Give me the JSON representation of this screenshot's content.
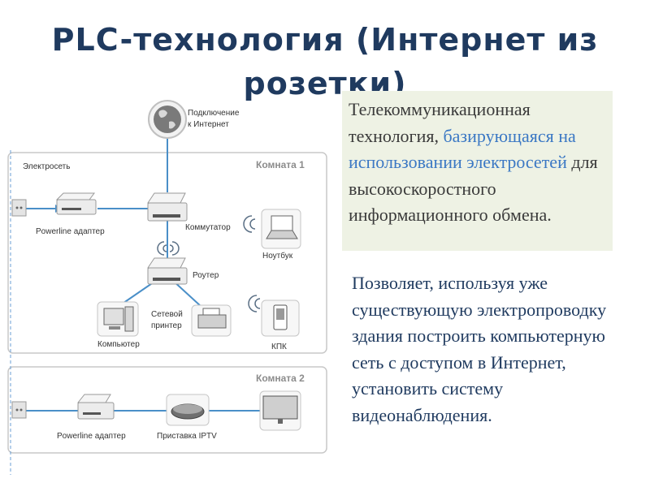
{
  "title": "PLC-технология (Интернет из розетки)",
  "diagram": {
    "internet_label_1": "Подключение",
    "internet_label_2": "к Интернет",
    "mains_label": "Электросеть",
    "room1": "Комната 1",
    "room2": "Комната 2",
    "adapter1": "Powerline адаптер",
    "switch": "Коммутатор",
    "laptop": "Ноутбук",
    "router": "Роутер",
    "computer": "Компьютер",
    "printer_1": "Сетевой",
    "printer_2": "принтер",
    "pda": "КПК",
    "adapter2": "Powerline адаптер",
    "iptv": "Приставка IPTV"
  },
  "box1": {
    "text_a": "Телекоммуникационная технология, ",
    "highlight": "базирующаяся на использовании электросетей",
    "text_b": " для высокоскоростного информационного обмена."
  },
  "para2": "Позволяет, используя уже существующую электропроводку здания построить компьютерную сеть с доступом в Интернет, установить систему видеонаблюдения.",
  "colors": {
    "title": "#1f3a5f",
    "highlight": "#3b78c4",
    "box_bg": "#eef2e4",
    "line": "#4a8fc8"
  }
}
